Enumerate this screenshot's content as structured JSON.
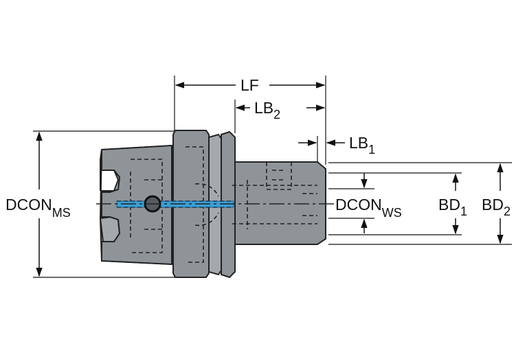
{
  "labels": {
    "lf": "LF",
    "lb2_main": "LB",
    "lb2_sub": "2",
    "lb1_main": "LB",
    "lb1_sub": "1",
    "dcon_ms_main": "DCON",
    "dcon_ms_sub": "MS",
    "dcon_ws_main": "DCON",
    "dcon_ws_sub": "WS",
    "bd1_main": "BD",
    "bd1_sub": "1",
    "bd2_main": "BD",
    "bd2_sub": "2"
  },
  "colors": {
    "body": "#8f9499",
    "coolant": "#3a9fd6",
    "line": "#111111"
  }
}
